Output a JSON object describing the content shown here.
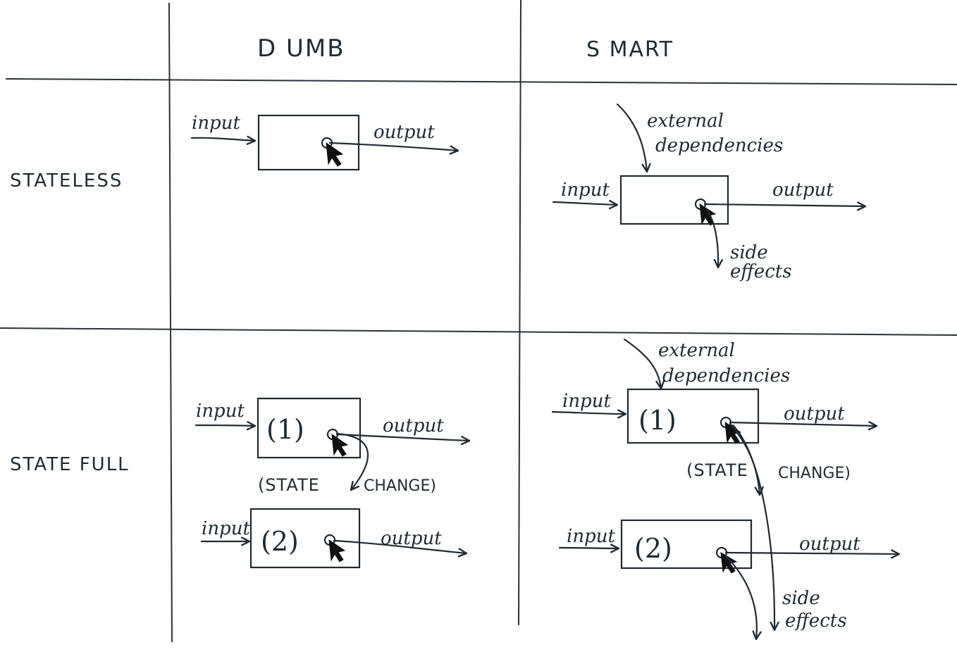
{
  "headers": {
    "col_dumb": "D UMB",
    "col_smart": "S MART",
    "row_stateless": "STATELESS",
    "row_statefull": "STATE FULL"
  },
  "labels": {
    "input": "input",
    "output": "output",
    "external_dependencies_line1": "external",
    "external_dependencies_line2": "dependencies",
    "side_effects_line1": "side",
    "side_effects_line2": "effects",
    "box1": "(1)",
    "box2": "(2)",
    "state_change_left": "(STATE",
    "state_change_right": "CHANGE)"
  }
}
